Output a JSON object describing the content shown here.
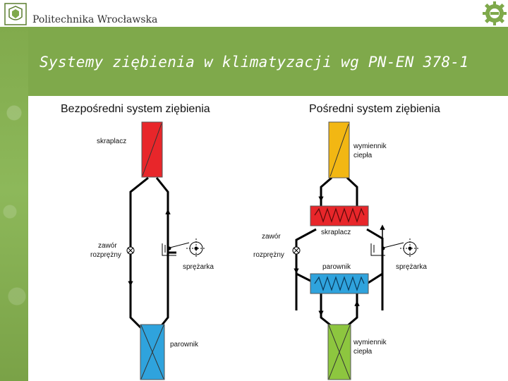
{
  "header": {
    "university": "Politechnika Wrocławska",
    "title": "Systemy ziębienia w klimatyzacji wg PN-EN 378-1"
  },
  "colors": {
    "brand_green": "#7fa94b",
    "condenser": "#e8262a",
    "heat_exchanger_top": "#f2b713",
    "evaporator": "#2fa3dd",
    "heat_exchanger_bottom": "#8dc63f"
  },
  "left": {
    "heading": "Bezpośredni system ziębienia",
    "condenser": "skraplacz",
    "valve_1": "zawór",
    "valve_2": "rozprężny",
    "compressor": "sprężarka",
    "evaporator": "parownik"
  },
  "right": {
    "heading": "Pośredni system ziębienia",
    "hx_top_1": "wymiennik",
    "hx_top_2": "ciepła",
    "condenser": "skraplacz",
    "valve_1": "zawór",
    "valve_2": "rozprężny",
    "evaporator": "parownik",
    "compressor": "sprężarka",
    "hx_bottom_1": "wymiennik",
    "hx_bottom_2": "ciepła"
  }
}
